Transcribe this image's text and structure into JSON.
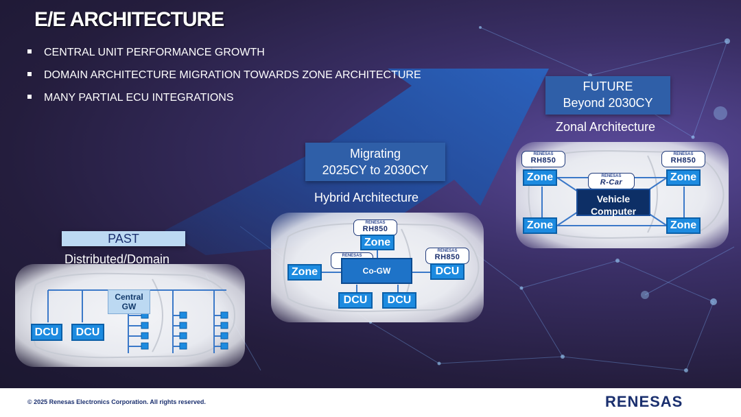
{
  "title": "E/E ARCHITECTURE",
  "bullets": [
    "CENTRAL UNIT PERFORMANCE GROWTH",
    "DOMAIN ARCHITECTURE MIGRATION TOWARDS ZONE ARCHITECTURE",
    "MANY PARTIAL ECU INTEGRATIONS"
  ],
  "stages": {
    "past": {
      "label": "PAST",
      "subtitle": "Distributed/Domain"
    },
    "migrating": {
      "line1": "Migrating",
      "line2": "2025CY to 2030CY",
      "subtitle": "Hybrid Architecture"
    },
    "future": {
      "line1": "FUTURE",
      "line2": "Beyond 2030CY",
      "subtitle": "Zonal Architecture"
    }
  },
  "diagrams": {
    "past": {
      "gateway_line1": "Central",
      "gateway_line2": "GW",
      "dcu": [
        "DCU",
        "DCU"
      ]
    },
    "hybrid": {
      "zone_top": "Zone",
      "zone_left": "Zone",
      "co_gw": "Co-GW",
      "dcu_right": "DCU",
      "dcu_bottom": [
        "DCU",
        "DCU"
      ]
    },
    "zonal": {
      "zones": [
        "Zone",
        "Zone",
        "Zone",
        "Zone"
      ],
      "vc_line1": "Vehicle",
      "vc_line2": "Computer"
    }
  },
  "chip_logos": {
    "maker": "RENESAS",
    "mcu": "RH850",
    "soc": "R-Car"
  },
  "footer": {
    "copyright": "© 2025 Renesas Electronics Corporation. All rights reserved.",
    "logo": "RENESAS"
  },
  "colors": {
    "chip_blue": "#1d8be0",
    "dark_blue": "#0d2f66",
    "arrow_blue": "#1f4fa0",
    "stage_box": "#2f5fa8",
    "past_box": "#bcd9f2"
  }
}
